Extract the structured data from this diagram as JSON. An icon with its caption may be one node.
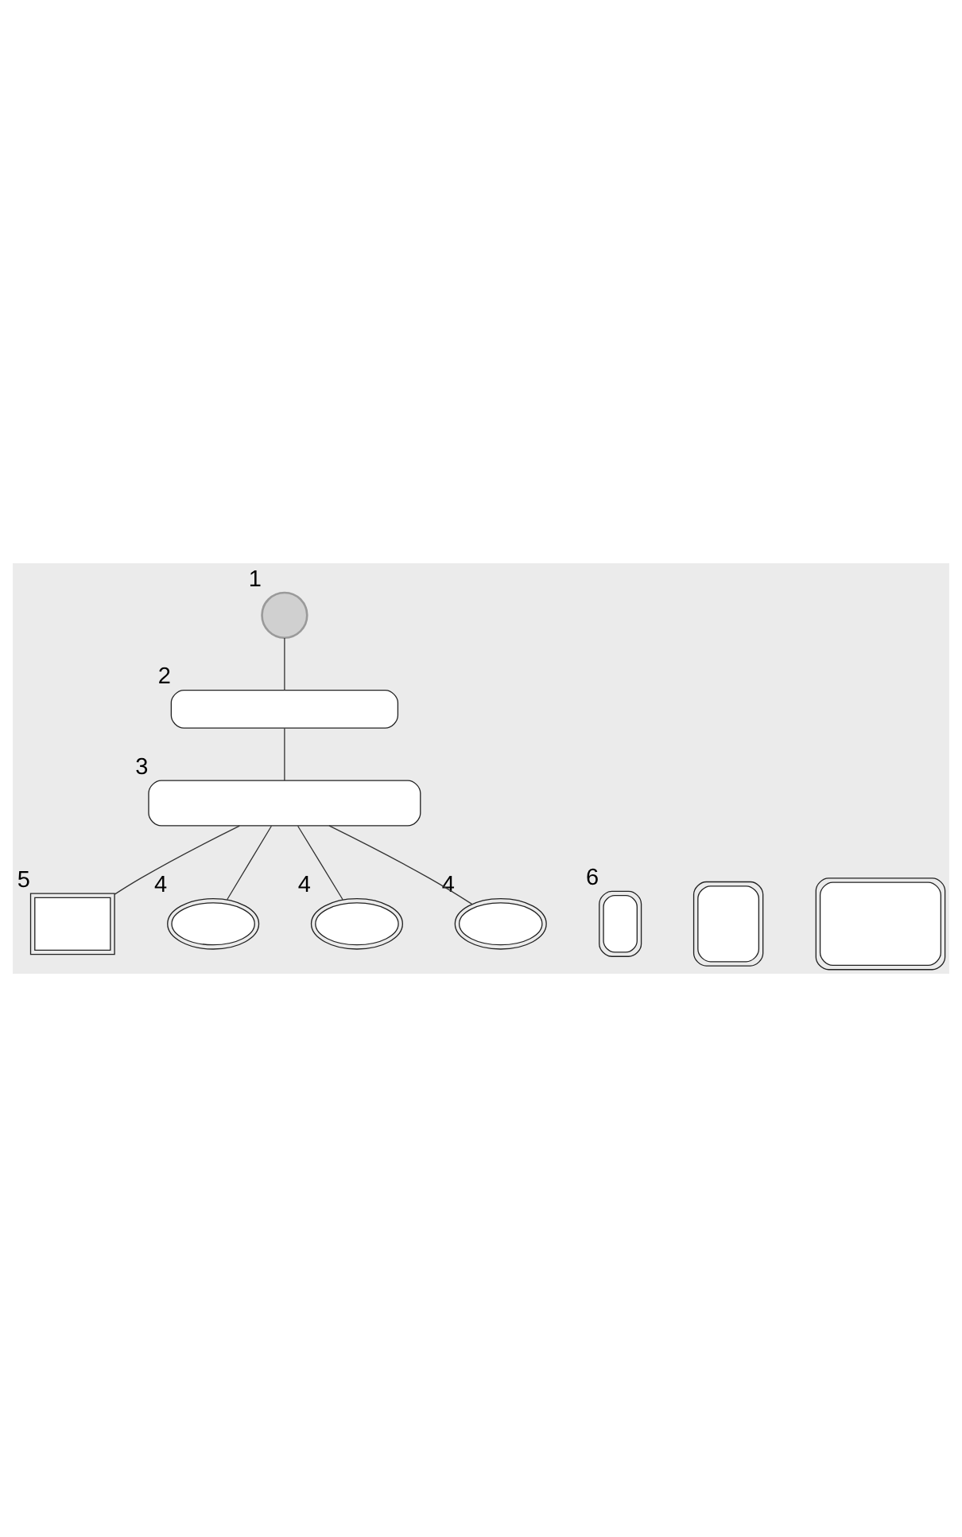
{
  "diagram": {
    "nodes": [
      {
        "text": [],
        "shape": "circle",
        "beside": [
          "1"
        ]
      },
      {
        "text": [],
        "shape": "box",
        "beside": [
          "2"
        ]
      },
      {
        "text": [],
        "shape": "box",
        "beside": [
          "3"
        ]
      },
      {
        "text": [],
        "shape": "box",
        "beside": [
          "5"
        ]
      },
      {
        "text": [],
        "shape": "ellipse",
        "beside": [
          "4"
        ]
      },
      {
        "text": [],
        "shape": "ellipse",
        "beside": [
          "4"
        ]
      },
      {
        "text": [],
        "shape": "ellipse",
        "beside": [
          "4"
        ]
      },
      {
        "text": [],
        "shape": "box",
        "beside": [
          "6"
        ]
      },
      {
        "text": [],
        "shape": "box"
      },
      {
        "text": [],
        "shape": "box"
      }
    ],
    "edges": [
      {
        "from": 0,
        "to": 1,
        "arrow": "none"
      },
      {
        "from": 1,
        "to": 2,
        "arrow": "none"
      },
      {
        "from": 2,
        "to": 3,
        "arrow": "none"
      },
      {
        "from": 2,
        "to": 4,
        "arrow": "none"
      },
      {
        "from": 2,
        "to": 5,
        "arrow": "none"
      },
      {
        "from": 2,
        "to": 6,
        "arrow": "none"
      }
    ]
  }
}
